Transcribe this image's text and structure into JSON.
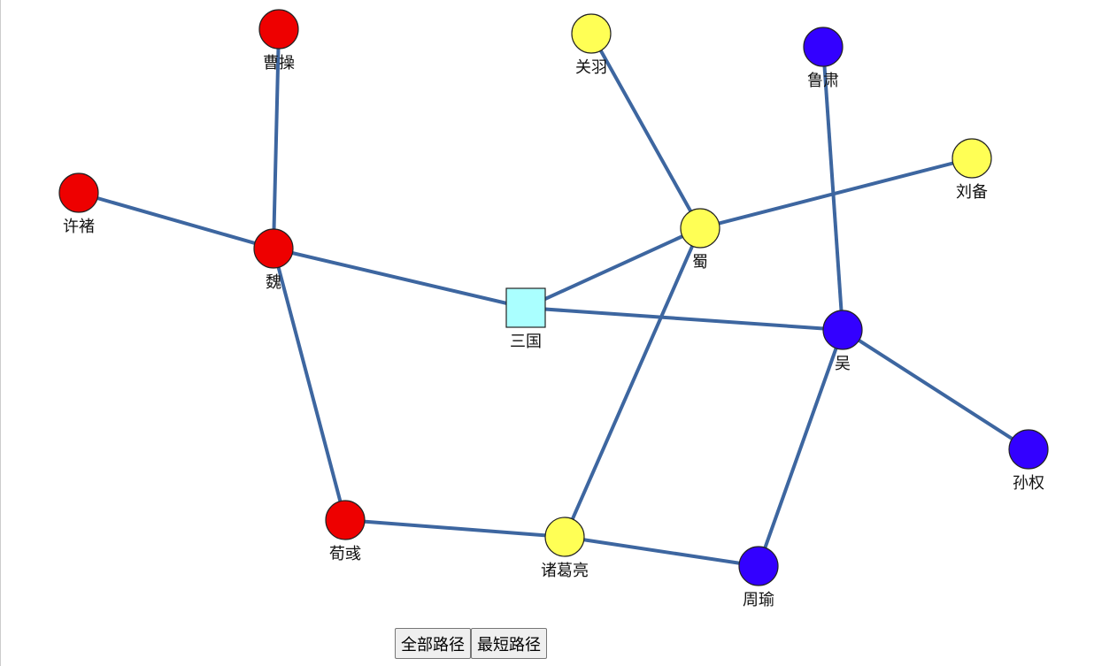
{
  "colors": {
    "edge": "#3d66a0",
    "center": "#aaffff",
    "wei": "#ee0000",
    "shu": "#ffff55",
    "wu": "#3300ff",
    "stroke": "#222222"
  },
  "graph": {
    "nodes": [
      {
        "id": "sanguo",
        "label": "三国",
        "shape": "square",
        "group": "center"
      },
      {
        "id": "wei",
        "label": "魏",
        "shape": "circle",
        "group": "wei"
      },
      {
        "id": "shu",
        "label": "蜀",
        "shape": "circle",
        "group": "shu"
      },
      {
        "id": "wu",
        "label": "吴",
        "shape": "circle",
        "group": "wu"
      },
      {
        "id": "caocao",
        "label": "曹操",
        "shape": "circle",
        "group": "wei"
      },
      {
        "id": "xuchu",
        "label": "许褚",
        "shape": "circle",
        "group": "wei"
      },
      {
        "id": "xunyu",
        "label": "荀彧",
        "shape": "circle",
        "group": "wei"
      },
      {
        "id": "guanyu",
        "label": "关羽",
        "shape": "circle",
        "group": "shu"
      },
      {
        "id": "liubei",
        "label": "刘备",
        "shape": "circle",
        "group": "shu"
      },
      {
        "id": "zhugeliang",
        "label": "诸葛亮",
        "shape": "circle",
        "group": "shu"
      },
      {
        "id": "lusu",
        "label": "鲁肃",
        "shape": "circle",
        "group": "wu"
      },
      {
        "id": "sunquan",
        "label": "孙权",
        "shape": "circle",
        "group": "wu"
      },
      {
        "id": "zhouyu",
        "label": "周瑜",
        "shape": "circle",
        "group": "wu"
      }
    ],
    "edges": [
      [
        "sanguo",
        "wei"
      ],
      [
        "sanguo",
        "shu"
      ],
      [
        "sanguo",
        "wu"
      ],
      [
        "wei",
        "caocao"
      ],
      [
        "wei",
        "xuchu"
      ],
      [
        "wei",
        "xunyu"
      ],
      [
        "shu",
        "guanyu"
      ],
      [
        "shu",
        "liubei"
      ],
      [
        "shu",
        "zhugeliang"
      ],
      [
        "wu",
        "lusu"
      ],
      [
        "wu",
        "sunquan"
      ],
      [
        "wu",
        "zhouyu"
      ],
      [
        "xunyu",
        "zhugeliang"
      ],
      [
        "zhugeliang",
        "zhouyu"
      ]
    ]
  },
  "controls": {
    "all_paths_label": "全部路径",
    "shortest_path_label": "最短路径"
  }
}
